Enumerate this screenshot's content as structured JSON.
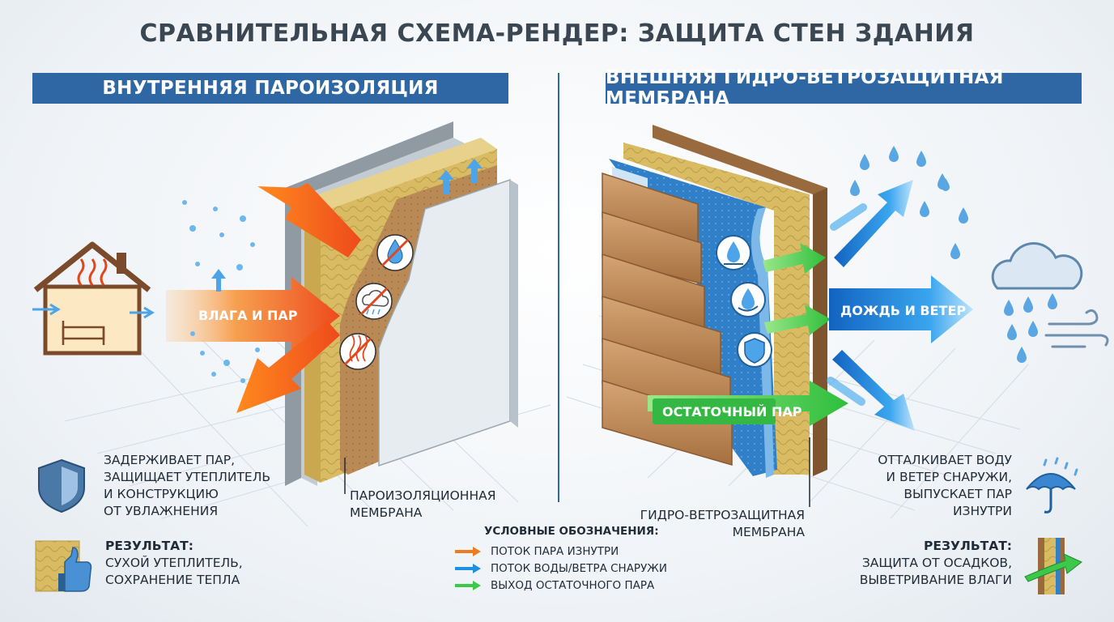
{
  "title": "СРАВНИТЕЛЬНАЯ СХЕМА-РЕНДЕР: ЗАЩИТА СТЕН ЗДАНИЯ",
  "left": {
    "banner": "ВНУТРЕННЯЯ ПАРОИЗОЛЯЦИЯ",
    "arrow_label": "ВЛАГА И ПАР",
    "caption_lines": [
      "ЗАДЕРЖИВАЕТ ПАР,",
      "ЗАЩИЩАЕТ УТЕПЛИТЕЛЬ",
      "И КОНСТРУКЦИЮ",
      "ОТ УВЛАЖНЕНИЯ"
    ],
    "membrane_lines": [
      "ПАРОИЗОЛЯЦИОННАЯ",
      "МЕМБРАНА"
    ],
    "result_title": "РЕЗУЛЬТАТ:",
    "result_lines": [
      "СУХОЙ УТЕПЛИТЕЛЬ,",
      "СОХРАНЕНИЕ ТЕПЛА"
    ],
    "icons": [
      "house-icon",
      "shield-icon",
      "insulation-thumbs-up-icon",
      "no-water-icon",
      "no-cloud-icon",
      "no-steam-icon"
    ]
  },
  "right": {
    "banner": "ВНЕШНЯЯ ГИДРО-ВЕТРОЗАЩИТНАЯ МЕМБРАНА",
    "arrow_label": "ДОЖДЬ И ВЕТЕР",
    "green_label": "ОСТАТОЧНЫЙ ПАР",
    "caption_lines": [
      "ОТТАЛКИВАЕТ ВОДУ",
      "И ВЕТЕР СНАРУЖИ,",
      "ВЫПУСКАЕТ ПАР",
      "ИЗНУТРИ"
    ],
    "membrane_lines": [
      "ГИДРО-ВЕТРОЗАЩИТНАЯ",
      "МЕМБРАНА"
    ],
    "result_title": "РЕЗУЛЬТАТ:",
    "result_lines": [
      "ЗАЩИТА ОТ ОСАДКОВ,",
      "ВЫВЕТРИВАНИЕ ВЛАГИ"
    ],
    "icons": [
      "rain-cloud-icon",
      "umbrella-icon",
      "wall-section-arrow-icon",
      "water-drop-surface-icon",
      "drop-wind-icon",
      "shield-badge-icon"
    ]
  },
  "legend": {
    "title": "УСЛОВНЫЕ ОБОЗНАЧЕНИЯ:",
    "items": [
      {
        "label": "ПОТОК ПАРА ИЗНУТРИ",
        "color": "#f07a1e"
      },
      {
        "label": "ПОТОК ВОДЫ/ВЕТРА СНАРУЖИ",
        "color": "#1f8fe0"
      },
      {
        "label": "ВЫХОД ОСТАТОЧНОГО ПАРА",
        "color": "#3cc84a"
      }
    ]
  },
  "colors": {
    "banner": "#2f67a4",
    "vapor_orange": "#f07a1e",
    "water_blue": "#1f8fe0",
    "residual_green": "#3cc84a",
    "insulation": "#d9bb63",
    "wood_siding": "#b98556",
    "membrane_blue": "#2f80c8",
    "vapor_membrane": "#b98a55"
  }
}
